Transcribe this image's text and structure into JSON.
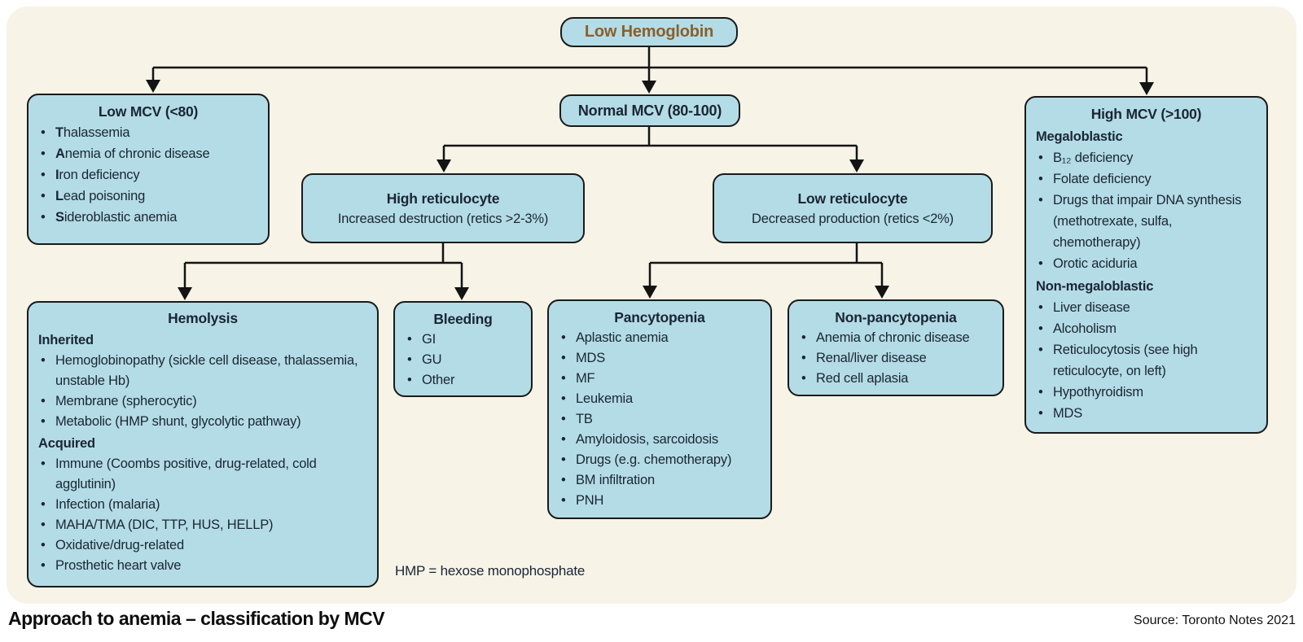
{
  "colors": {
    "panel_bg": "#f7f3e7",
    "box_fill": "#b4dce6",
    "box_border": "#1a1a1a",
    "text": "#1a2535",
    "accent_brown": "#8a5f2b"
  },
  "root": {
    "label": "Low Hemoglobin"
  },
  "level1": {
    "low_mcv": {
      "title": "Low MCV (<80)",
      "items": [
        {
          "lead": "T",
          "rest": "halassemia"
        },
        {
          "lead": "A",
          "rest": "nemia of chronic disease"
        },
        {
          "lead": "I",
          "rest": "ron deficiency"
        },
        {
          "lead": "L",
          "rest": "ead poisoning"
        },
        {
          "lead": "S",
          "rest": "ideroblastic anemia"
        }
      ]
    },
    "normal_mcv": {
      "title": "Normal MCV (80-100)"
    },
    "high_mcv": {
      "title": "High MCV (>100)",
      "sections": [
        {
          "heading": "Megaloblastic",
          "items": [
            "B₁₂ deficiency",
            "Folate deficiency",
            "Drugs that impair DNA synthesis (methotrexate, sulfa, chemotherapy)",
            "Orotic aciduria"
          ]
        },
        {
          "heading": "Non-megaloblastic",
          "items": [
            "Liver disease",
            "Alcoholism",
            "Reticulocytosis (see high reticulocyte, on left)",
            "Hypothyroidism",
            "MDS"
          ]
        }
      ]
    }
  },
  "level2": {
    "high_retic": {
      "title": "High reticulocyte",
      "subtitle": "Increased destruction (retics >2-3%)"
    },
    "low_retic": {
      "title": "Low reticulocyte",
      "subtitle": "Decreased production (retics <2%)"
    }
  },
  "level3": {
    "hemolysis": {
      "title": "Hemolysis",
      "sections": [
        {
          "heading": "Inherited",
          "items": [
            "Hemoglobinopathy (sickle cell disease, thalassemia, unstable Hb)",
            "Membrane (spherocytic)",
            "Metabolic (HMP shunt, glycolytic pathway)"
          ]
        },
        {
          "heading": "Acquired",
          "items": [
            "Immune (Coombs positive, drug-related, cold agglutinin)",
            "Infection (malaria)",
            "MAHA/TMA (DIC, TTP, HUS, HELLP)",
            "Oxidative/drug-related",
            "Prosthetic heart valve"
          ]
        }
      ]
    },
    "bleeding": {
      "title": "Bleeding",
      "items": [
        "GI",
        "GU",
        "Other"
      ]
    },
    "pancytopenia": {
      "title": "Pancytopenia",
      "items": [
        "Aplastic anemia",
        "MDS",
        "MF",
        "Leukemia",
        "TB",
        "Amyloidosis, sarcoidosis",
        "Drugs (e.g. chemotherapy)",
        "BM infiltration",
        "PNH"
      ]
    },
    "non_pancytopenia": {
      "title": "Non-pancytopenia",
      "items": [
        "Anemia of chronic disease",
        "Renal/liver disease",
        "Red cell aplasia"
      ]
    }
  },
  "footnote": "HMP = hexose monophosphate",
  "caption": "Approach to anemia – classification by MCV",
  "source": "Source: Toronto Notes 2021"
}
